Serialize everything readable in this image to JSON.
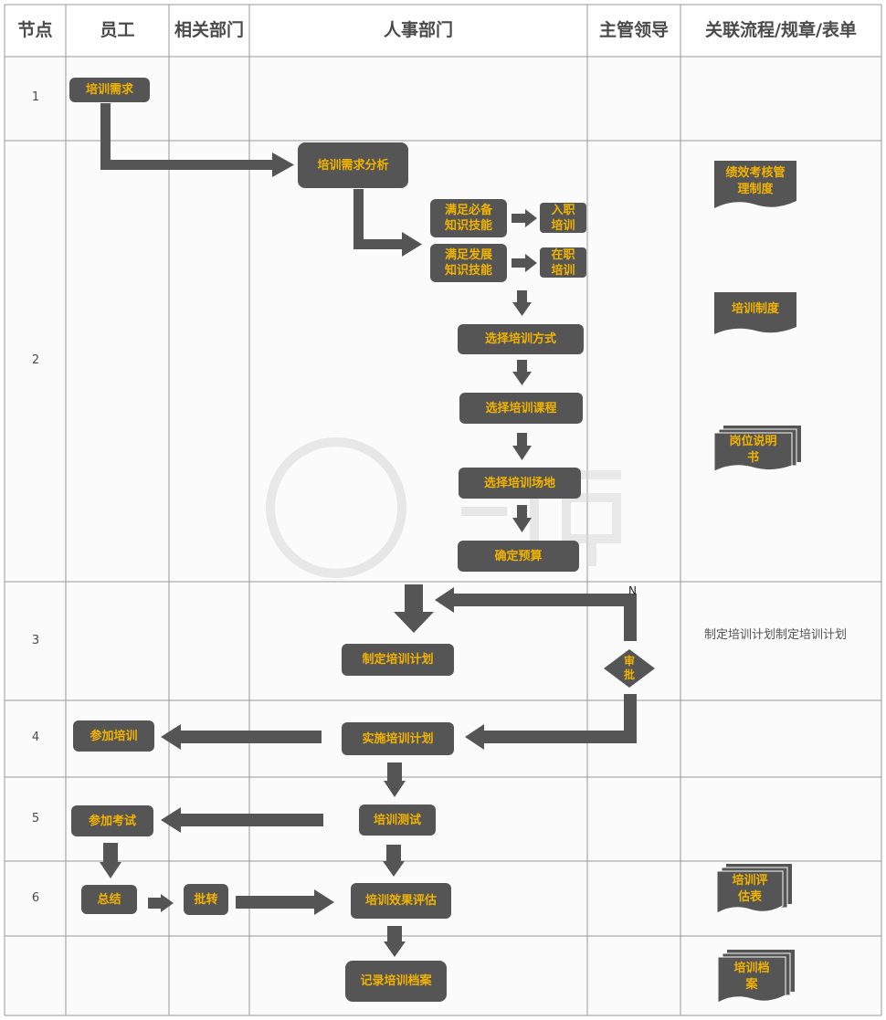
{
  "headers": {
    "node": "节点",
    "employee": "员工",
    "related_dept": "相关部门",
    "hr_dept": "人事部门",
    "supervisor": "主管领导",
    "related_docs": "关联流程/规章/表单"
  },
  "nodes": [
    "1",
    "2",
    "3",
    "4",
    "5",
    "6"
  ],
  "steps": {
    "training_need": "培训需求",
    "need_analysis": "培训需求分析",
    "basic_skills": "满足必备\n知识技能",
    "onboarding_training": "入职\n培训",
    "development_skills": "满足发展\n知识技能",
    "onjob_training": "在职\n培训",
    "choose_method": "选择培训方式",
    "choose_course": "选择培训课程",
    "choose_venue": "选择培训场地",
    "confirm_budget": "确定预算",
    "make_plan": "制定培训计划",
    "approve": "审\n批",
    "no_label": "N",
    "execute_plan": "实施培训计划",
    "attend_training": "参加培训",
    "training_test": "培训测试",
    "attend_exam": "参加考试",
    "summary": "总结",
    "forward": "批转",
    "effect_eval": "培训效果评估",
    "record_archive": "记录培训档案"
  },
  "docs": {
    "performance_system": "绩效考核管\n理制度",
    "training_system": "培训制度",
    "job_description": "岗位说明\n书",
    "plan_text": "制定培训计划制定培训计划",
    "eval_form": "培训评\n估表",
    "training_archive": "培训档\n案"
  },
  "colors": {
    "shape_fill": "#555555",
    "shape_text": "#f2b300",
    "grid_line": "#9a9a9a"
  }
}
